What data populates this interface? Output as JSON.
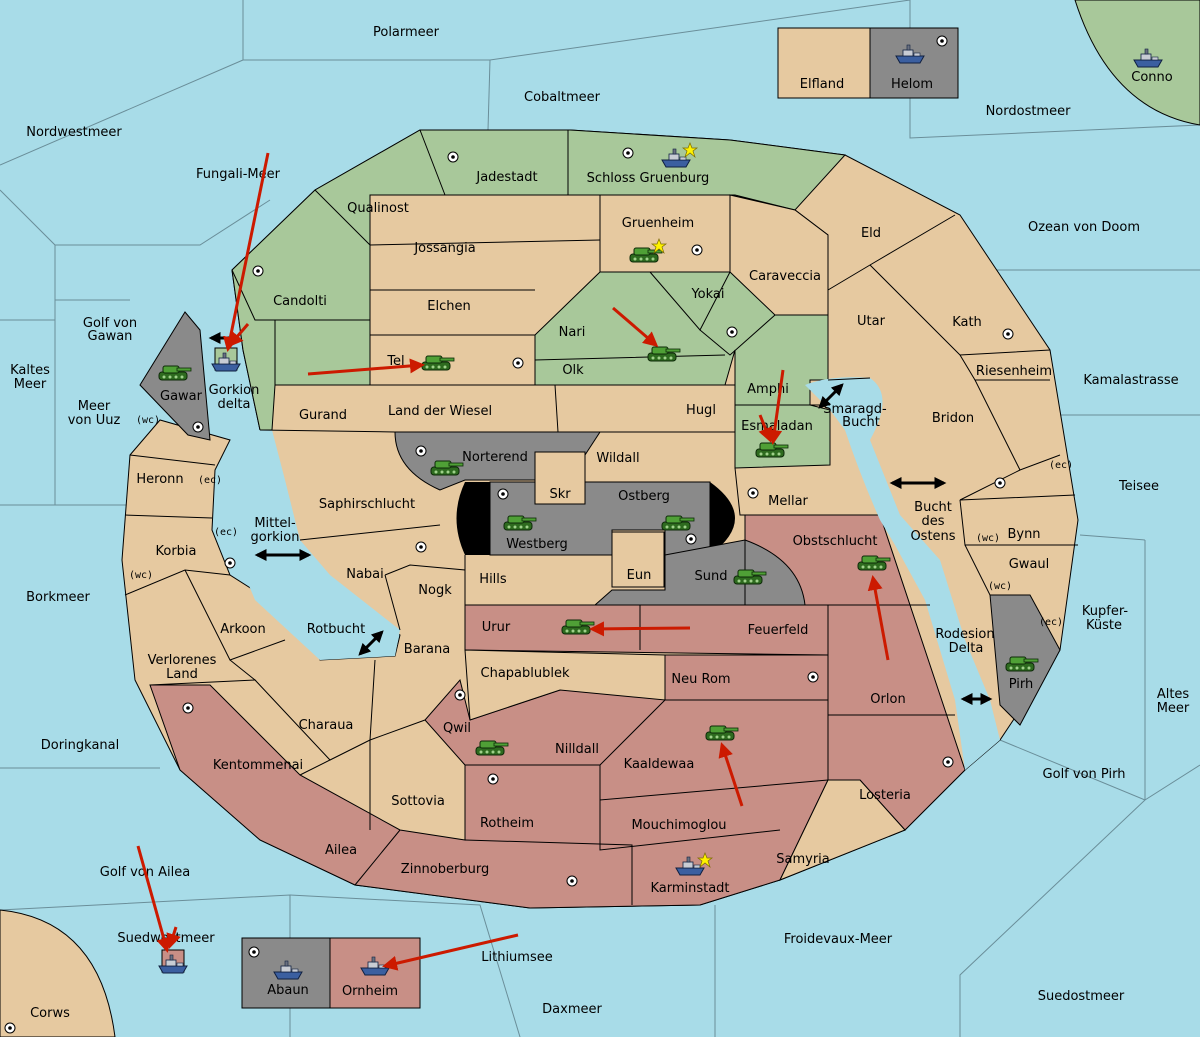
{
  "colors": {
    "sea": "#a8dce8",
    "neutral": "#e6c9a0",
    "green": "#a8c89a",
    "red": "#c88f86",
    "gray": "#8a8a8a",
    "black": "#000000",
    "order_arrow": "#cc1a00"
  },
  "seas": {
    "polarmeer": "Polarmeer",
    "cobaltmeer": "Cobaltmeer",
    "nordwestmeer": "Nordwestmeer",
    "nordostmeer": "Nordostmeer",
    "fungali": "Fungali-Meer",
    "golf_gawan": [
      "Golf von",
      "Gawan"
    ],
    "kaltes": [
      "Kaltes",
      "Meer"
    ],
    "meer_uuz": [
      "Meer",
      "von Uuz"
    ],
    "ozean_doom": "Ozean von Doom",
    "kamalastrasse": "Kamalastrasse",
    "smaragd": [
      "Smaragd-",
      "Bucht"
    ],
    "teisee": "Teisee",
    "bucht_ostens": [
      "Bucht",
      "des",
      "Ostens"
    ],
    "mittelgorkion": [
      "Mittel-",
      "gorkion"
    ],
    "rotbucht": "Rotbucht",
    "borkmeer": "Borkmeer",
    "kupferkueste": [
      "Kupfer-",
      "Küste"
    ],
    "rodesion": [
      "Rodesion",
      "Delta"
    ],
    "altes": [
      "Altes",
      "Meer"
    ],
    "doringkanal": "Doringkanal",
    "golf_pirh": "Golf von Pirh",
    "golf_ailea": "Golf von Ailea",
    "suedwestmeer": "Suedwestmeer",
    "lithiumsee": "Lithiumsee",
    "froidevaux": "Froidevaux-Meer",
    "daxmeer": "Daxmeer",
    "suedostmeer": "Suedostmeer",
    "corws": "Corws",
    "conno": "Conno"
  },
  "territories": {
    "elfland": "Elfland",
    "helom": "Helom",
    "jadestadt": "Jadestadt",
    "schloss": "Schloss Gruenburg",
    "qualinost": "Qualinost",
    "jossangia": "Jossangia",
    "gruenheim": "Gruenheim",
    "eld": "Eld",
    "candolti": "Candolti",
    "elchen": "Elchen",
    "caraveccia": "Caraveccia",
    "yokai": "Yokai",
    "utar": "Utar",
    "kath": "Kath",
    "nari": "Nari",
    "tel": "Tel",
    "olk": "Olk",
    "riesenheim": "Riesenheim",
    "amphi": "Amphi",
    "gurand": "Gurand",
    "gorkion": [
      "Gorkion",
      "delta"
    ],
    "gawar": "Gawar",
    "land_wiesel": "Land der Wiesel",
    "hugl": "Hugl",
    "bridon": "Bridon",
    "esmaladan": "Esmaladan",
    "norterend": "Norterend",
    "wildall": "Wildall",
    "heronn": "Heronn",
    "skr": "Skr",
    "ostberg": "Ostberg",
    "mellar": "Mellar",
    "saphir": "Saphirschlucht",
    "westberg": "Westberg",
    "obstschlucht": "Obstschlucht",
    "bynn": "Bynn",
    "korbia": "Korbia",
    "nabai": "Nabai",
    "eun": "Eun",
    "hills": "Hills",
    "sund": "Sund",
    "gwaul": "Gwaul",
    "nogk": "Nogk",
    "arkoon": "Arkoon",
    "urur": "Urur",
    "feuerfeld": "Feuerfeld",
    "barana": "Barana",
    "verlorenes": [
      "Verlorenes",
      "Land"
    ],
    "chapablublek": "Chapablublek",
    "neu_rom": "Neu Rom",
    "orlon": "Orlon",
    "pirh": "Pirh",
    "charaua": "Charaua",
    "qwil": "Qwil",
    "nilldall": "Nilldall",
    "kaaldewaa": "Kaaldewaa",
    "kentommenai": "Kentommenai",
    "sottovia": "Sottovia",
    "losteria": "Losteria",
    "rotheim": "Rotheim",
    "mouchimoglou": "Mouchimoglou",
    "ailea": "Ailea",
    "samyria": "Samyria",
    "zinnoberburg": "Zinnoberburg",
    "karminstadt": "Karminstadt",
    "abaun": "Abaun",
    "ornheim": "Ornheim"
  },
  "coasts": {
    "wc_gawar": "(wc)",
    "ec_heronn": "(ec)",
    "ec_korbia": "(ec)",
    "wc_korbia": "(wc)",
    "ec_bynn": "(ec)",
    "wc_bynn": "(wc)",
    "wc_gwaul": "(wc)",
    "ec_gwaul": "(ec)"
  },
  "icons": {
    "army": "tank-icon",
    "fleet": "ship-icon",
    "supply_center": "supply-center-dot-icon",
    "home": "star-icon",
    "move": "red-arrow-icon",
    "passage": "double-arrow-icon"
  }
}
